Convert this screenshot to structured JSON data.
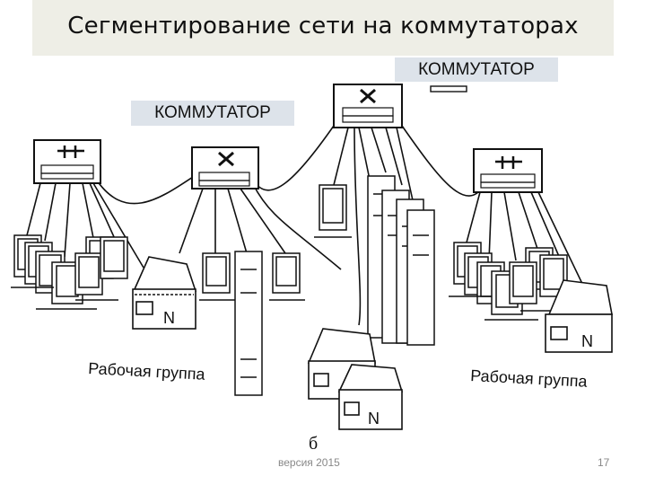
{
  "slide": {
    "title": "Сегментирование сети на коммутаторах",
    "label_switch_top": "КОММУТАТОР",
    "label_switch_left": "КОММУТАТОР",
    "workgroup_left": "Рабочая группа",
    "workgroup_right": "Рабочая группа",
    "figure_letter": "б",
    "printer_letter": "N",
    "version": "версия 2015",
    "page_number": "17"
  },
  "colors": {
    "title_bg": "#eeeee6",
    "tag_bg": "#dde3ea",
    "line": "#111111"
  },
  "icons": [
    "switch-icon",
    "hub-icon",
    "monitor-icon",
    "server-tower-icon",
    "printer-icon"
  ]
}
